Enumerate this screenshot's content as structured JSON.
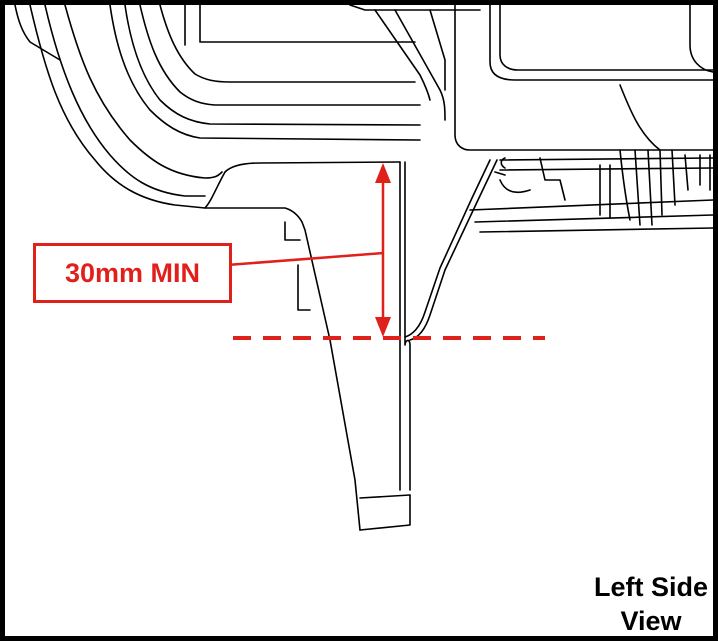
{
  "dimension": {
    "label": "30mm MIN",
    "color": "#e0201b"
  },
  "view": {
    "line1": "Left Side",
    "line2": "View"
  },
  "colors": {
    "frame": "#000000",
    "linework": "#000000",
    "annotation": "#e0201b",
    "background": "#ffffff"
  }
}
